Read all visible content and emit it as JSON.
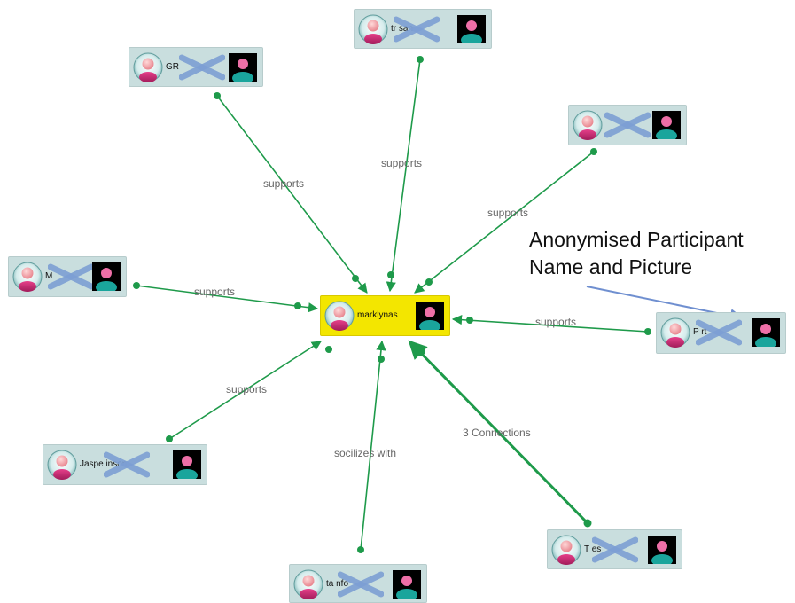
{
  "annotation": {
    "line1": "Anonymised Participant",
    "line2": "Name and Picture"
  },
  "nodes": {
    "center": {
      "name": "marklynas"
    },
    "top": {
      "name": "tr san"
    },
    "top_left": {
      "name": "GR"
    },
    "top_right": {
      "name": ""
    },
    "left": {
      "name": "M"
    },
    "right": {
      "name": "P rt"
    },
    "bottom_left": {
      "name": "Jaspe inson"
    },
    "bottom": {
      "name": "ta nfo"
    },
    "bottom_right": {
      "name": "T es"
    }
  },
  "edge_labels": {
    "top": "supports",
    "top_left": "supports",
    "top_right": "supports",
    "left": "supports",
    "right": "supports",
    "bottom_left": "supports",
    "bottom": "socilizes with",
    "bottom_right": "3 Connections"
  },
  "colors": {
    "edge": "#1e9a4a",
    "node_bg": "#c9dede",
    "center_bg": "#f3e600",
    "cross": "#7d9fd4",
    "annotation_arrow": "#6f8fd0"
  }
}
